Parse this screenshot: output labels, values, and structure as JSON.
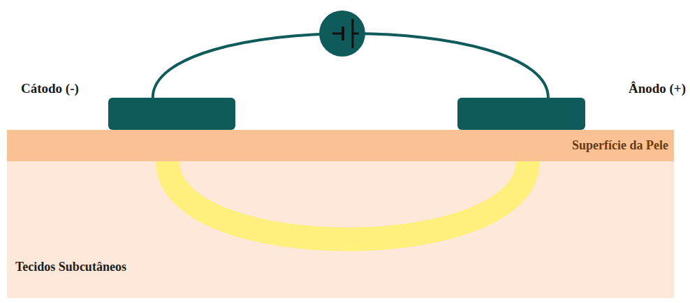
{
  "diagram": {
    "nodes": [
      {
        "text": [
          "Cátodo (-)"
        ]
      },
      {
        "text": [
          "Ânodo (+)"
        ]
      },
      {
        "text": [
          "Superfície da Pele"
        ]
      },
      {
        "text": [
          "Tecidos Subcutâneos"
        ]
      }
    ],
    "edges": [
      {
        "from": 0,
        "to": 1,
        "arrow": "none"
      }
    ]
  }
}
